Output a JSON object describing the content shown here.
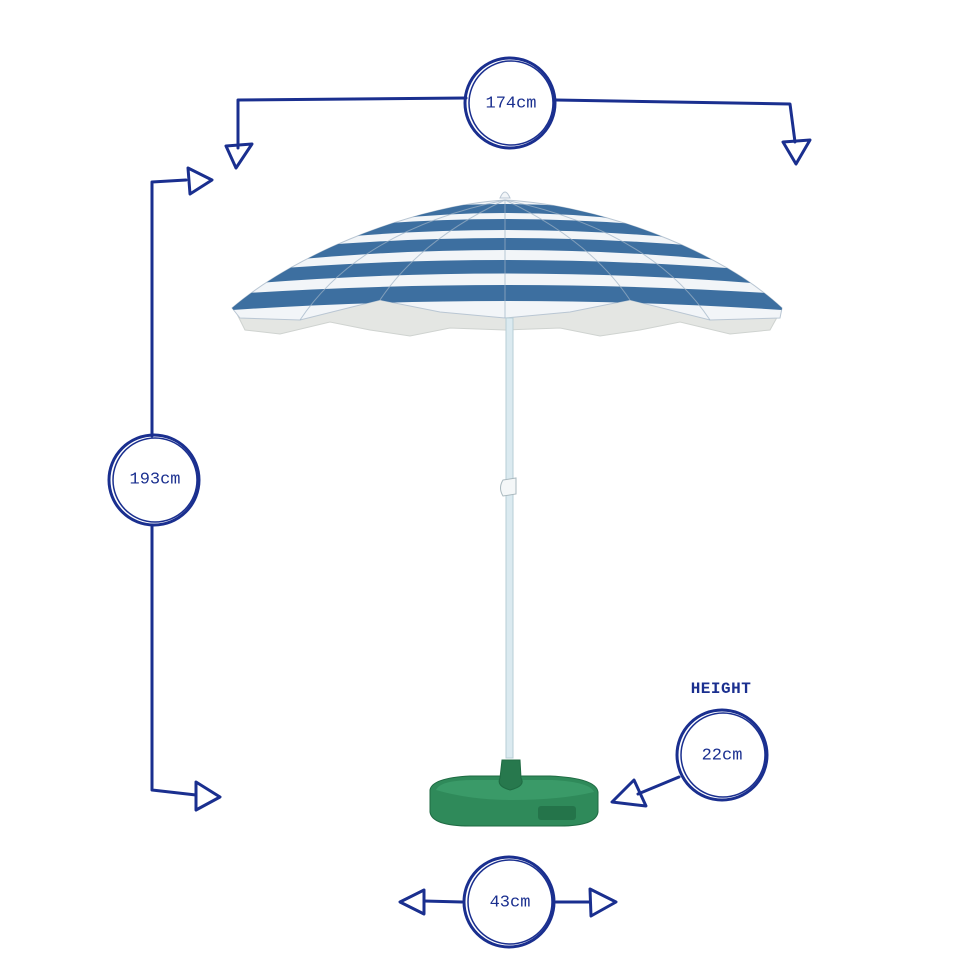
{
  "diagram": {
    "subject": "beach umbrella with weighted base",
    "ink_color": "#1a2f8f",
    "colors": {
      "canopy_stripe_blue": "#3d6fa0",
      "canopy_stripe_white": "#f2f5f8",
      "canopy_underside": "#e4e6e3",
      "pole": "#dbeaf0",
      "base_green": "#2f8a5a",
      "base_green_dark": "#1f6b43"
    },
    "dimensions": {
      "width": {
        "label": "174cm",
        "meaning": "canopy width"
      },
      "height": {
        "label": "193cm",
        "meaning": "overall height"
      },
      "base_height": {
        "caption": "HEIGHT",
        "label": "22cm",
        "meaning": "base height"
      },
      "base_width": {
        "label": "43cm",
        "meaning": "base width"
      }
    }
  }
}
